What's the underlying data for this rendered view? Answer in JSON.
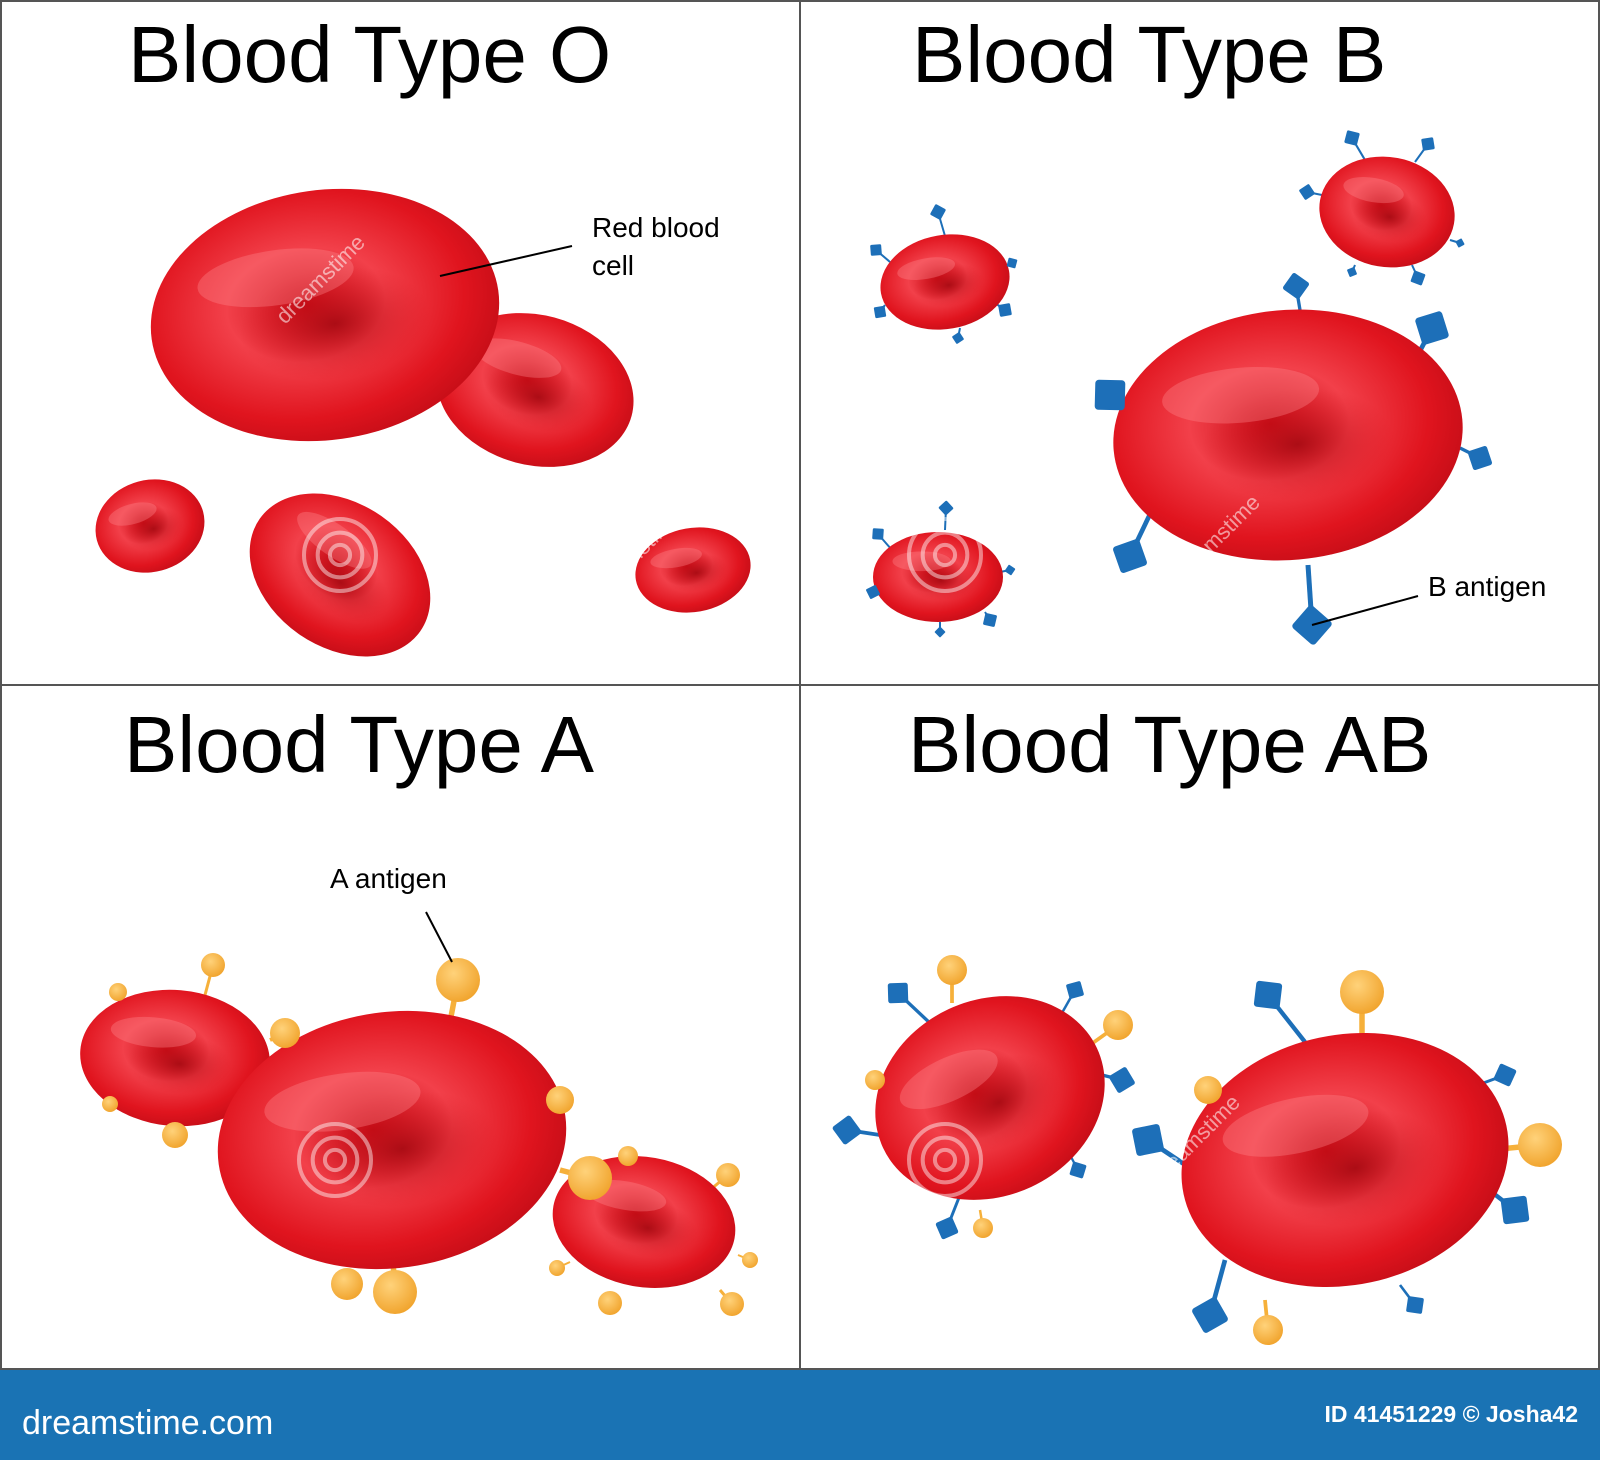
{
  "panels": [
    {
      "title": "Blood Type O",
      "antigens": "none"
    },
    {
      "title": "Blood Type B",
      "antigens": "B"
    },
    {
      "title": "Blood Type A",
      "antigens": "A"
    },
    {
      "title": "Blood Type AB",
      "antigens": "A and B"
    }
  ],
  "callouts": {
    "red_blood_cell_line1": "Red blood",
    "red_blood_cell_line2": "cell",
    "b_antigen": "B antigen",
    "a_antigen": "A antigen"
  },
  "footer": {
    "logo": "dreamstime.com",
    "id_text": "ID 41451229 © Josha42"
  },
  "watermark": "dreamstime",
  "colors": {
    "cell_red": "#e0141e",
    "cell_dark": "#a30810",
    "b_antigen_blue": "#1d6fb8",
    "a_antigen_orange": "#f6b03a",
    "footer_bar": "#1a73b4",
    "grid_line": "#555555"
  },
  "icons": {
    "red_blood_cell": "red-blood-cell-icon",
    "b_antigen": "blue-square-antigen-icon",
    "a_antigen": "orange-round-antigen-icon"
  }
}
